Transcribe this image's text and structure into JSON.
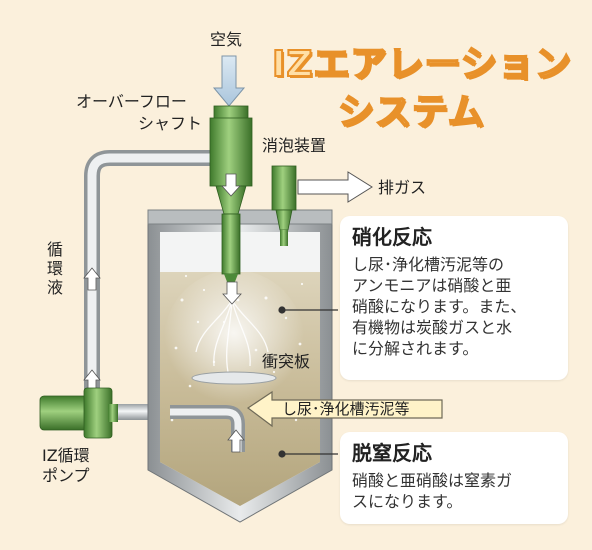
{
  "title": {
    "line1": "IZエアレーション",
    "line2": "システム"
  },
  "labels": {
    "air": "空気",
    "overflow_shaft_line1": "オーバーフロー",
    "overflow_shaft_line2": "シャフト",
    "defoamer": "消泡装置",
    "exhaust": "排ガス",
    "circulating_liquid": "循環液",
    "baffle": "衝突板",
    "pump_line1": "IZ循環",
    "pump_line2": "ポンプ",
    "inflow": "し尿･浄化槽汚泥等"
  },
  "nitrification": {
    "heading": "硝化反応",
    "body": "し尿･浄化槽汚泥等の\nアンモニアは硝酸と亜\n硝酸になります。また、\n有機物は炭酸ガスと水\nに分解されます。"
  },
  "denitrification": {
    "heading": "脱窒反応",
    "body": "硝酸と亜硝酸は窒素ガ\nスになります。"
  },
  "colors": {
    "background": "#fbf0dc",
    "title_fill": "#ffdfa6",
    "title_outline": "#e8912a",
    "pipe_green": "#6aa84f",
    "tank_liquid": "#cfc3a3",
    "arrow_fill": "#fff3c8"
  }
}
